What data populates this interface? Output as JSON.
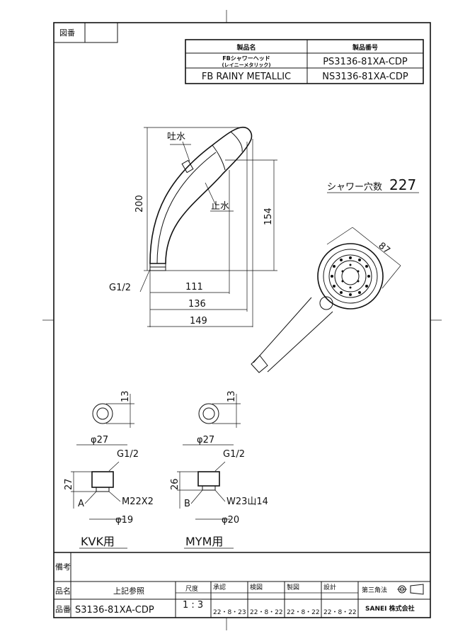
{
  "sheet": {
    "drawing_no_label": "図番",
    "product_name_header": "製品名",
    "product_number_header": "製品番号",
    "product_name_jp_line1": "FBシャワーヘッド",
    "product_name_jp_line2": "(レイニーメタリック)",
    "product_name_en": "FB RAINY METALLIC",
    "product_number_1": "PS3136-81XA-CDP",
    "product_number_2": "NS3136-81XA-CDP"
  },
  "side_view": {
    "label_outlet": "吐水",
    "label_stop": "止水",
    "thread_label": "G1/2",
    "dim_height": "200",
    "dim_inner": "154",
    "dim_111": "111",
    "dim_136": "136",
    "dim_149": "149"
  },
  "front_view": {
    "hole_count_label": "シャワー穴数",
    "hole_count": "227",
    "dim_face": "87"
  },
  "kvk": {
    "dim_13": "13",
    "dim_phi27": "φ27",
    "thread": "G1/2",
    "dim_27": "27",
    "ref": "A",
    "nut": "M22X2",
    "dim_phi19": "φ19",
    "caption": "KVK用"
  },
  "mym": {
    "dim_13": "13",
    "dim_phi27": "φ27",
    "thread": "G1/2",
    "dim_26": "26",
    "ref": "B",
    "nut": "W23山14",
    "dim_phi20": "φ20",
    "caption": "MYM用"
  },
  "title_block": {
    "remarks_label": "備考",
    "name_label": "品名",
    "name_value": "上記参照",
    "number_label": "品番",
    "number_value": "S3136-81XA-CDP",
    "scale_label": "尺度",
    "scale_value": "1 : 3",
    "approved_label": "承認",
    "checked_label": "検図",
    "drawn_label": "製図",
    "designed_label": "設計",
    "approved_date": "22・8・23",
    "checked_date": "22・8・22",
    "drawn_date": "22・8・22",
    "designed_date": "22・8・22",
    "projection_label": "第三角法",
    "company": "SANEI 株式会社"
  }
}
